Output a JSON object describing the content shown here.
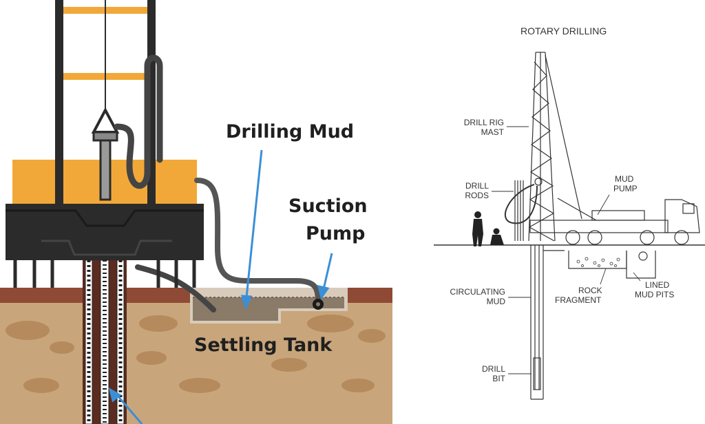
{
  "left_diagram": {
    "labels": {
      "drilling_mud": "Drilling Mud",
      "suction_pump_line1": "Suction",
      "suction_pump_line2": "Pump",
      "settling_tank": "Settling Tank"
    },
    "colors": {
      "soil": "#c9a57b",
      "soil_dark": "#b58a5c",
      "topsoil": "#8f4a35",
      "rig_orange": "#f2a838",
      "rig_dark": "#2b2b2b",
      "tank": "#8a7a68",
      "arrow_blue": "#3b8fd6"
    }
  },
  "right_diagram": {
    "title": "ROTARY DRILLING",
    "labels": {
      "mast_line1": "DRILL RIG",
      "mast_line2": "MAST",
      "rods_line1": "DRILL",
      "rods_line2": "RODS",
      "pump_line1": "MUD",
      "pump_line2": "PUMP",
      "circ_line1": "CIRCULATING",
      "circ_line2": "MUD",
      "rock_line1": "ROCK",
      "rock_line2": "FRAGMENT",
      "pits_line1": "LINED",
      "pits_line2": "MUD PITS",
      "bit_line1": "DRILL",
      "bit_line2": "BIT"
    }
  }
}
